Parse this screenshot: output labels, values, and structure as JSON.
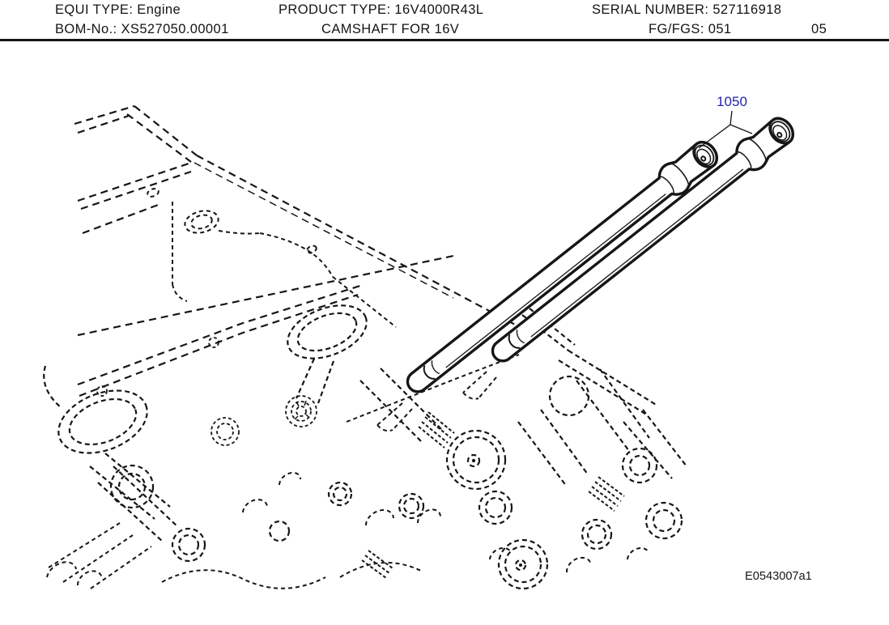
{
  "header": {
    "equi_type": "EQUI TYPE: Engine",
    "product_type": "PRODUCT TYPE: 16V4000R43L",
    "serial_number": "SERIAL NUMBER: 527116918",
    "bom_no": "BOM-No.: XS527050.00001",
    "subtitle": "CAMSHAFT FOR 16V",
    "fg_fgs": "FG/FGS: 051",
    "page_code": "05"
  },
  "diagram": {
    "callout": {
      "id": "1050",
      "color": "#2424aa"
    },
    "drawing_code": "E0543007a1",
    "ink_color": "#161616"
  }
}
